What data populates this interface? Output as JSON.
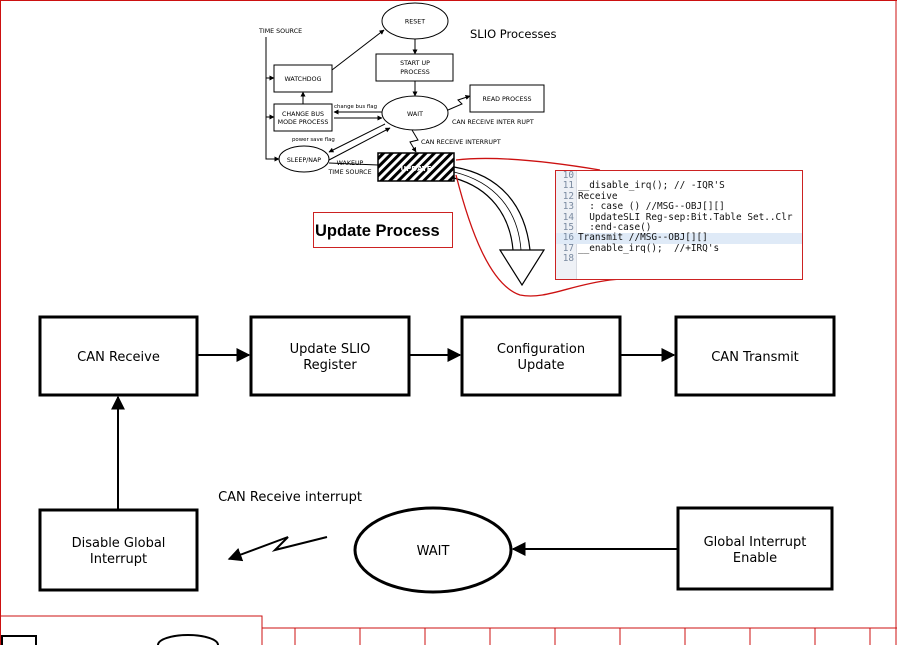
{
  "top_diagram": {
    "title": "SLIO Processes",
    "nodes": {
      "reset": "RESET",
      "startup": [
        "START UP",
        "PROCESS"
      ],
      "wait": "WAIT",
      "read": "READ PROCESS",
      "watchdog": "WATCHDOG",
      "change_bus": [
        "CHANGE BUS",
        "MODE PROCESS"
      ],
      "sleep": "SLEEP/NAP",
      "time_source": "TIME SOURCE",
      "wakeup": [
        "WAKEUP",
        "TIME SOURCE"
      ],
      "change_bus_flag": "change bus flag",
      "power_save_flag": "power save flag",
      "can_receive_interrupt_top": "CAN RECEIVE INTER RUPT",
      "can_receive_interrupt_mid": "CAN RECEIVE INTERRUPT",
      "update_block": "UPDATE"
    }
  },
  "update_process_title": "Update Process",
  "code": {
    "lines": [
      {
        "num": "10",
        "text": ""
      },
      {
        "num": "11",
        "text": "__disable_irq(); // -IQR'S"
      },
      {
        "num": "12",
        "text": "Receive"
      },
      {
        "num": "13",
        "text": "  : case () //MSG--OBJ[][]"
      },
      {
        "num": "14",
        "text": "  UpdateSLI Reg-sep:Bit.Table Set..Clr"
      },
      {
        "num": "15",
        "text": "  :end-case()"
      },
      {
        "num": "16",
        "text": "Transmit //MSG--OBJ[][]"
      },
      {
        "num": "17",
        "text": "__enable_irq();  //+IRQ's"
      },
      {
        "num": "18",
        "text": ""
      }
    ]
  },
  "flow": {
    "can_receive": "CAN Receive",
    "update_slio": [
      "Update SLIO",
      "Register"
    ],
    "config_update": [
      "Configuration",
      "Update"
    ],
    "can_transmit": "CAN Transmit",
    "disable_global": [
      "Disable Global",
      "Interrupt"
    ],
    "wait": "WAIT",
    "global_enable": [
      "Global Interrupt",
      "Enable"
    ],
    "interrupt_label": "CAN Receive interrupt"
  },
  "colors": {
    "annotation_red": "#cc1111",
    "highlight_green": "#22cc22"
  }
}
